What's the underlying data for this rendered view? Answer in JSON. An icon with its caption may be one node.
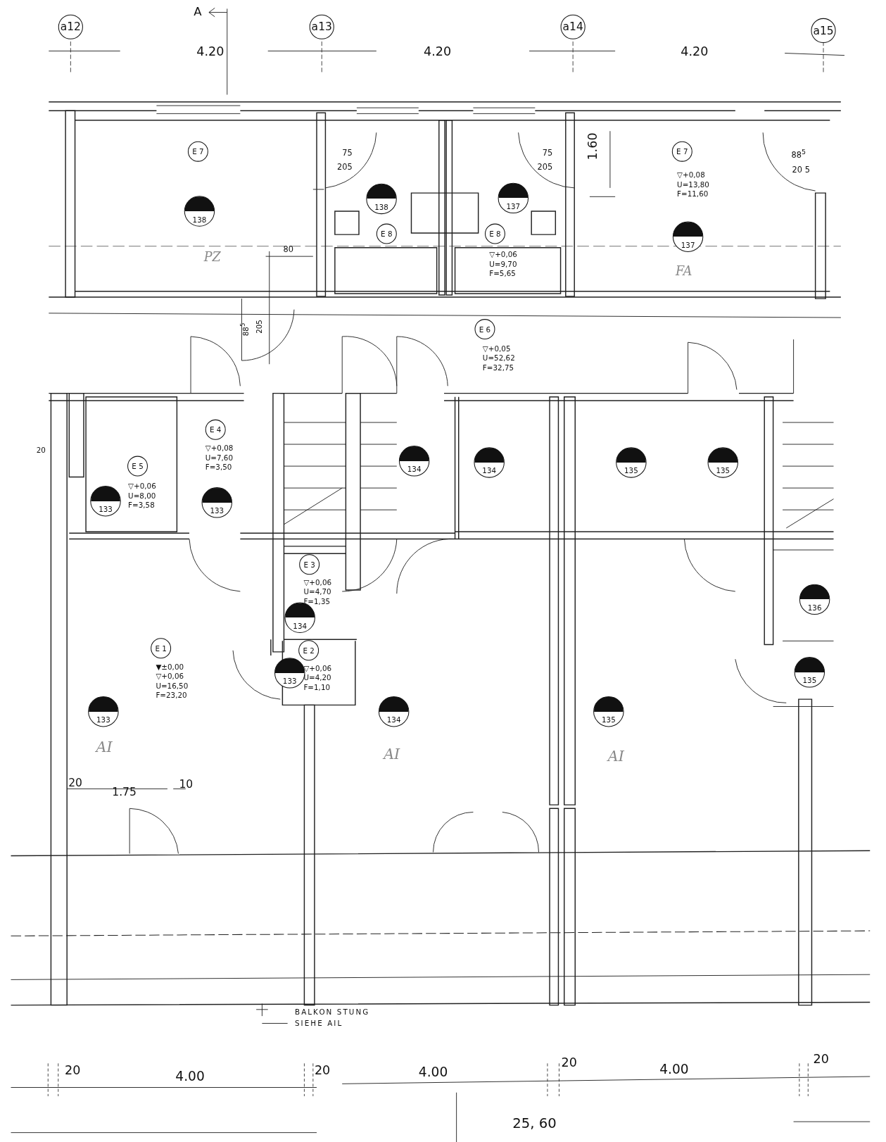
{
  "diagram": {
    "nodes": [
      {
        "text": [
          "a12"
        ]
      },
      {
        "text": [
          "a13"
        ]
      },
      {
        "text": [
          "a14"
        ]
      },
      {
        "text": [
          "a15"
        ]
      },
      {
        "text": [
          "E 7"
        ]
      },
      {
        "text": [
          "E 7"
        ],
        "beside": [
          "▽+0,08",
          "U=13,80",
          "F=11,60"
        ]
      },
      {
        "text": [
          "138"
        ]
      },
      {
        "text": [
          "138"
        ]
      },
      {
        "text": [
          "137"
        ]
      },
      {
        "text": [
          "E 8"
        ]
      },
      {
        "text": [
          "E 8"
        ],
        "beside": [
          "▽+0,06",
          "U=9,70",
          "F=5,65"
        ]
      },
      {
        "text": [
          "137"
        ]
      },
      {
        "text": [
          "E 6"
        ],
        "beside": [
          "▽+0,05",
          "U=52,62",
          "F=32,75"
        ]
      },
      {
        "text": [
          "E 4"
        ],
        "beside": [
          "▽+0,08",
          "U=7,60",
          "F=3,50"
        ]
      },
      {
        "text": [
          "134"
        ]
      },
      {
        "text": [
          "134"
        ]
      },
      {
        "text": [
          "135"
        ]
      },
      {
        "text": [
          "135"
        ]
      },
      {
        "text": [
          "E 5"
        ],
        "beside": [
          "▽+0,06",
          "U=8,00",
          "F=3,58"
        ]
      },
      {
        "text": [
          "133"
        ]
      },
      {
        "text": [
          "133"
        ]
      },
      {
        "text": [
          "E 3"
        ],
        "beside": [
          "▽+0,06",
          "U=4,70",
          "F=1,35"
        ]
      },
      {
        "text": [
          "136"
        ]
      },
      {
        "text": [
          "134"
        ]
      },
      {
        "text": [
          "E 1"
        ],
        "beside": [
          "▼±0,00",
          "▽+0,06",
          "U=16,50",
          "F=23,20"
        ]
      },
      {
        "text": [
          "E 2"
        ],
        "beside": [
          "▽+0,06",
          "U=4,20",
          "F=1,10"
        ]
      },
      {
        "text": [
          "133"
        ]
      },
      {
        "text": [
          "135"
        ]
      },
      {
        "text": [
          "133"
        ]
      },
      {
        "text": [
          "134"
        ]
      },
      {
        "text": [
          "135"
        ]
      }
    ],
    "labels": [
      "A",
      "4.20",
      "4.20",
      "4.20",
      "75",
      "205",
      "75",
      "205",
      "1.60",
      "88$^{5}$",
      "20 5",
      "80",
      "PZ",
      "FA",
      "88$^{5}$",
      "205",
      "20",
      "AI",
      "AI",
      "AI",
      "20",
      "1.75",
      "10",
      "BALKON STUNG",
      "SIEHE AIL",
      "20",
      "4.00",
      "20",
      "4.00",
      "20",
      "4.00",
      "20",
      "25, 60"
    ]
  }
}
